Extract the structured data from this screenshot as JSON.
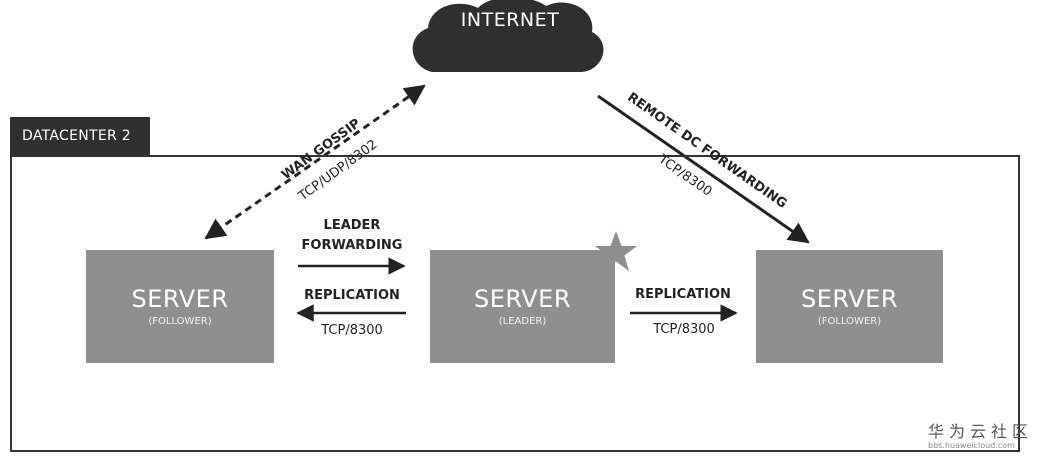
{
  "internet": {
    "label": "INTERNET"
  },
  "datacenter": {
    "label": "DATACENTER 2"
  },
  "servers": [
    {
      "name": "SERVER",
      "role": "(FOLLOWER)"
    },
    {
      "name": "SERVER",
      "role": "(LEADER)"
    },
    {
      "name": "SERVER",
      "role": "(FOLLOWER)"
    }
  ],
  "links": {
    "leader_forwarding": {
      "line1": "LEADER",
      "line2": "FORWARDING"
    },
    "replication_left": {
      "label": "REPLICATION",
      "port": "TCP/8300"
    },
    "replication_right": {
      "label": "REPLICATION",
      "port": "TCP/8300"
    },
    "wan_gossip": {
      "label": "WAN GOSSIP",
      "port": "TCP/UDP/8302"
    },
    "remote_dc": {
      "label": "REMOTE DC FORWARDING",
      "port": "TCP/8300"
    }
  },
  "watermark": {
    "cn": "华为云社区",
    "en": "bbs.huaweicloud.com"
  },
  "colors": {
    "server": "#8f8f8f",
    "cloud": "#2f2f2f",
    "leader_star": "#8f8f8f"
  },
  "icons": {
    "leader_marker": "star-icon",
    "internet": "cloud-icon"
  }
}
